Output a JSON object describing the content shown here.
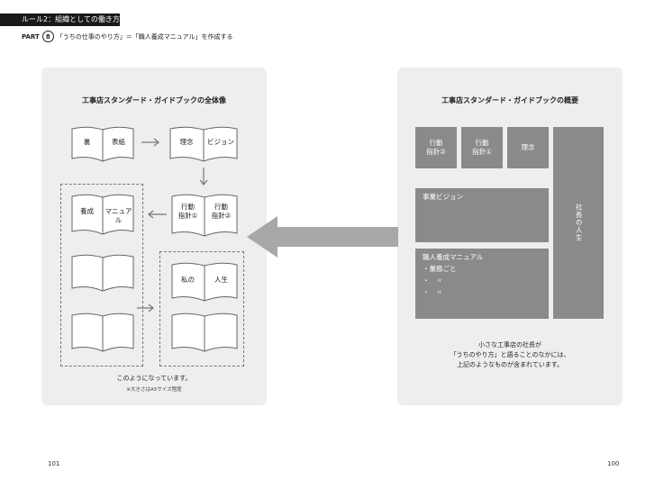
{
  "header": {
    "rule_label": "ルール2：組織としての働き方",
    "part_label": "PART",
    "part_number": "8",
    "subtitle": "「うちの仕事のやり方」＝「職人養成マニュアル」を作成する"
  },
  "left_panel": {
    "title": "工事店スタンダード・ガイドブックの全体像",
    "books": {
      "ura_l": "裏",
      "ura_r": "表紙",
      "rinen": "理念",
      "vision": "ビジョン",
      "koudou_l": "行動\n指針①",
      "koudou_r": "行動\n指針②",
      "yousei": "養成",
      "manual": "マニュアル",
      "watashi": "私の",
      "jinsei": "人生"
    },
    "caption": "このようになっています。",
    "note": "※大きさはA5サイズ程度"
  },
  "right_panel": {
    "title": "工事店スタンダード・ガイドブックの概要",
    "boxes": {
      "koudou2": "行動\n指針②",
      "koudou1": "行動\n指針①",
      "rinen": "理念",
      "jigyou_vision": "事業ビジョン",
      "shokunin": "職人養成マニュアル",
      "gyoumu": "・業務ごと",
      "item1": "・　〃",
      "item2": "・　〃",
      "shachou": "社長の人生"
    },
    "caption": "小さな工事店の社長が\n「うちのやり方」と語ることのなかには、\n上記のようなものが含まれています。"
  },
  "page_numbers": {
    "left": "101",
    "right": "100"
  },
  "colors": {
    "panel_bg": "#eeeeee",
    "box_gray": "#8a8a8a",
    "arrow_gray": "#a8a8a8"
  }
}
